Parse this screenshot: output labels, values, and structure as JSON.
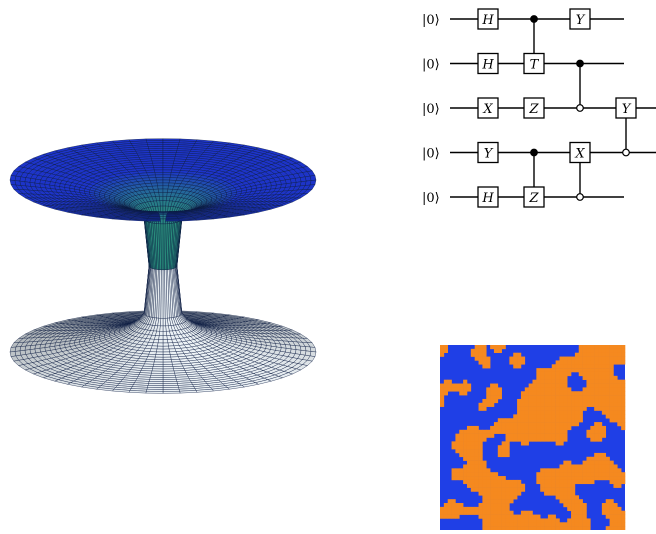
{
  "circuit": {
    "qubits": [
      {
        "ket": "|0⟩"
      },
      {
        "ket": "|0⟩"
      },
      {
        "ket": "|0⟩"
      },
      {
        "ket": "|0⟩"
      },
      {
        "ket": "|0⟩"
      }
    ],
    "gates": [
      {
        "type": "single",
        "label": "H",
        "qubit": 0,
        "step": 0
      },
      {
        "type": "single",
        "label": "H",
        "qubit": 1,
        "step": 0
      },
      {
        "type": "single",
        "label": "X",
        "qubit": 2,
        "step": 0
      },
      {
        "type": "single",
        "label": "Y",
        "qubit": 3,
        "step": 0
      },
      {
        "type": "single",
        "label": "H",
        "qubit": 4,
        "step": 0
      },
      {
        "type": "controlled",
        "label": "T",
        "target": 1,
        "control": 0,
        "control_state": 1,
        "step": 1
      },
      {
        "type": "single",
        "label": "Z",
        "qubit": 2,
        "step": 1
      },
      {
        "type": "controlled",
        "label": "Z",
        "target": 4,
        "control": 3,
        "control_state": 1,
        "step": 1
      },
      {
        "type": "single",
        "label": "Y",
        "qubit": 0,
        "step": 2
      },
      {
        "type": "controlled-dot",
        "control": 1,
        "target_open": 2,
        "step": 2
      },
      {
        "type": "controlled",
        "label": "X",
        "target": 3,
        "control": 4,
        "control_state": 0,
        "step": 2
      },
      {
        "type": "controlled",
        "label": "Y",
        "target": 2,
        "control": 3,
        "control_state": 0,
        "step": 3
      }
    ]
  },
  "lattice": {
    "colors": {
      "a": "#1f3fe6",
      "b": "#f5891f"
    }
  },
  "wormhole": {
    "colors": {
      "top": "#1d34c9",
      "throat": "#2a8f78",
      "bottom": "#f3f6f8",
      "mesh": "#0b1a40"
    }
  }
}
